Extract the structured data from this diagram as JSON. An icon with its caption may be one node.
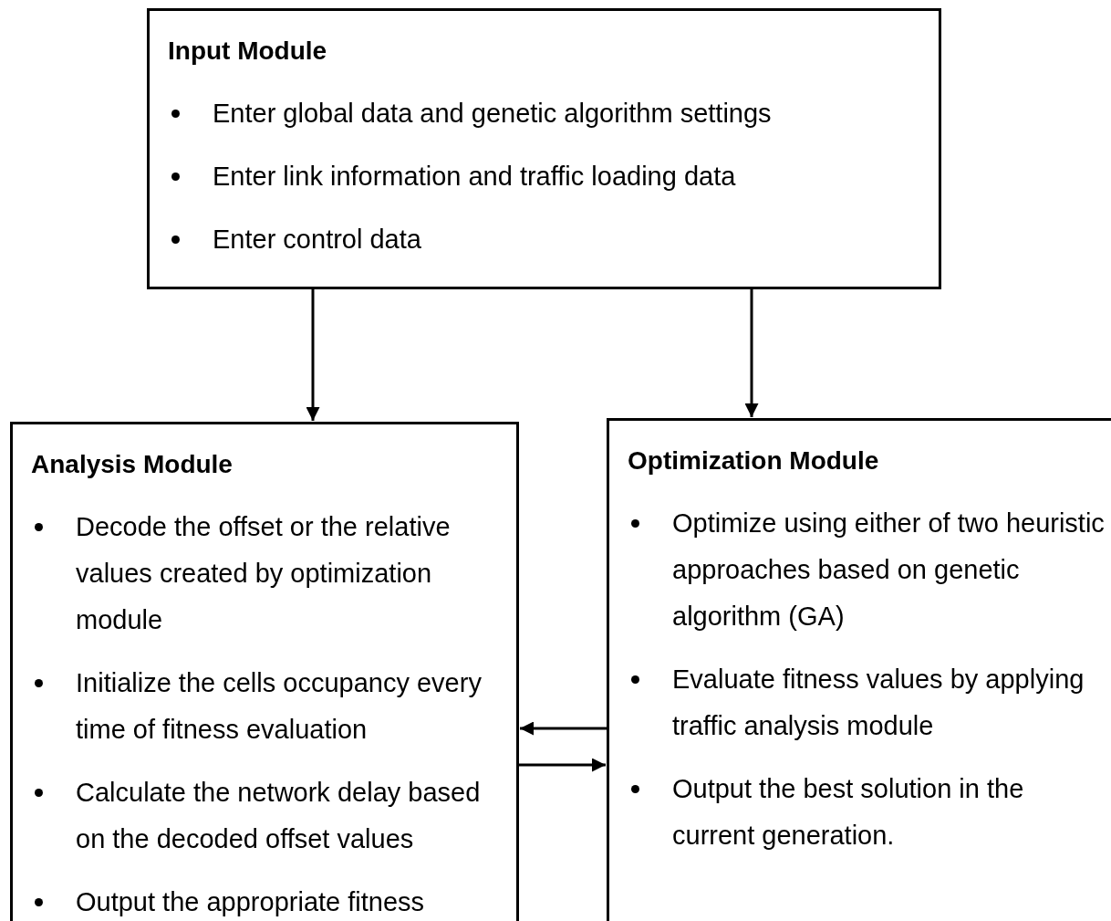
{
  "diagram": {
    "nodes": [
      {
        "text": [
          "Input Module",
          "Enter global data and genetic algorithm settings",
          "Enter link information and traffic loading data",
          "Enter control data"
        ]
      },
      {
        "text": [
          "Analysis Module",
          "Decode the offset or the relative values created by optimization module",
          "Initialize the cells occupancy every time of fitness evaluation",
          "Calculate the network delay based on the decoded offset values",
          "Output the appropriate fitness"
        ]
      },
      {
        "text": [
          "Optimization Module",
          "Optimize using either of two heuristic approaches based on genetic algorithm (GA)",
          "Evaluate fitness values by applying traffic analysis module",
          "Output the best solution in the current generation."
        ]
      }
    ],
    "edges": [
      {
        "from": 0,
        "to": 1,
        "arrow": "to"
      },
      {
        "from": 0,
        "to": 2,
        "arrow": "to"
      },
      {
        "from": 2,
        "to": 1,
        "arrow": "to"
      },
      {
        "from": 1,
        "to": 2,
        "arrow": "to"
      }
    ]
  }
}
